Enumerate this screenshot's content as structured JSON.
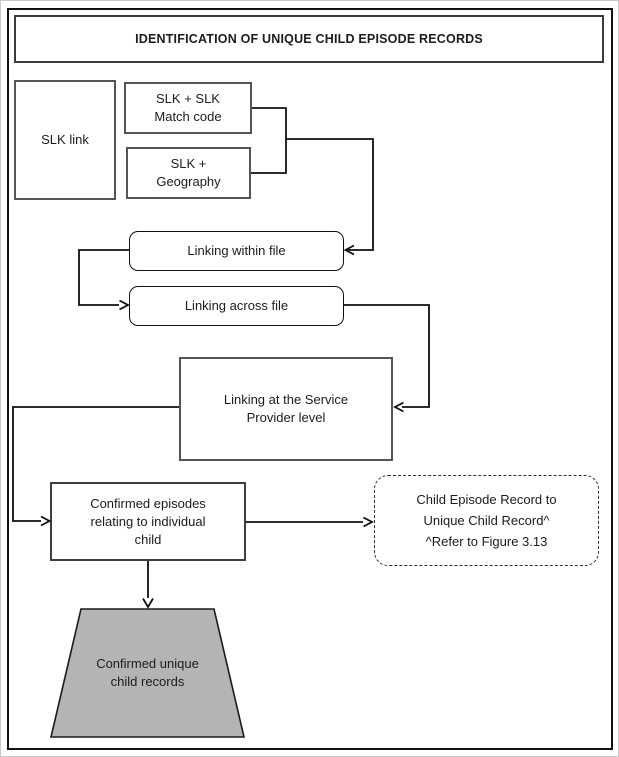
{
  "page": {
    "title": "IDENTIFICATION OF UNIQUE CHILD EPISODE RECORDS"
  },
  "nodes": {
    "slk_link": {
      "label": "SLK link"
    },
    "slk_slk_match_code": {
      "line1": "SLK + SLK",
      "line2": "Match code"
    },
    "slk_geography": {
      "line1": "SLK +",
      "line2": "Geography"
    },
    "linking_within_file": {
      "label": "Linking within file"
    },
    "linking_across_file": {
      "label": "Linking across file"
    },
    "linking_service_provider": {
      "line1": "Linking at the Service",
      "line2": "Provider level"
    },
    "confirmed_episodes": {
      "line1": "Confirmed episodes",
      "line2": "relating to individual",
      "line3": "child"
    },
    "child_episode_record_note": {
      "line1": "Child Episode Record to",
      "line2": "Unique Child Record^",
      "line3": "^Refer to Figure 3.13"
    },
    "confirmed_unique_child_records": {
      "line1": "Confirmed unique",
      "line2": "child records"
    }
  },
  "colors": {
    "trapezoid_fill": "#b4b4b4",
    "trapezoid_stroke": "#1a1a1a",
    "connector": "#0f0f0f",
    "box_border": "#555555",
    "text": "#1c1c1c"
  }
}
